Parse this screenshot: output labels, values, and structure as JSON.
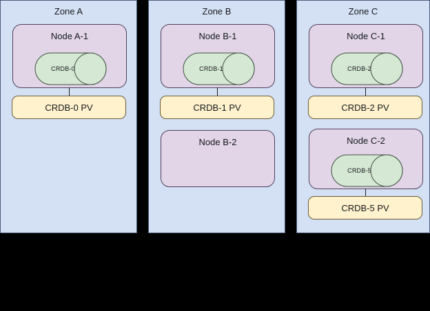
{
  "diagram": {
    "background_color": "#000000",
    "zone_color": "#d4e1f5",
    "node_color": "#e1d5e7",
    "pod_color": "#d5e8d4",
    "pv_color": "#fff2cc",
    "zones": [
      {
        "id": "zone-a",
        "label": "Zone A",
        "nodes": [
          {
            "id": "node-a-1",
            "label": "Node A-1",
            "pod": {
              "label": "CRDB-0"
            },
            "pv": {
              "label": "CRDB-0 PV"
            }
          }
        ]
      },
      {
        "id": "zone-b",
        "label": "Zone B",
        "nodes": [
          {
            "id": "node-b-1",
            "label": "Node B-1",
            "pod": {
              "label": "CRDB-1"
            },
            "pv": {
              "label": "CRDB-1 PV"
            }
          },
          {
            "id": "node-b-2",
            "label": "Node B-2",
            "pod": null,
            "pv": null
          }
        ]
      },
      {
        "id": "zone-c",
        "label": "Zone C",
        "nodes": [
          {
            "id": "node-c-1",
            "label": "Node C-1",
            "pod": {
              "label": "CRDB-2"
            },
            "pv": {
              "label": "CRDB-2 PV"
            }
          },
          {
            "id": "node-c-2",
            "label": "Node C-2",
            "pod": {
              "label": "CRDB-5"
            },
            "pv": {
              "label": "CRDB-5 PV"
            }
          }
        ]
      }
    ]
  }
}
